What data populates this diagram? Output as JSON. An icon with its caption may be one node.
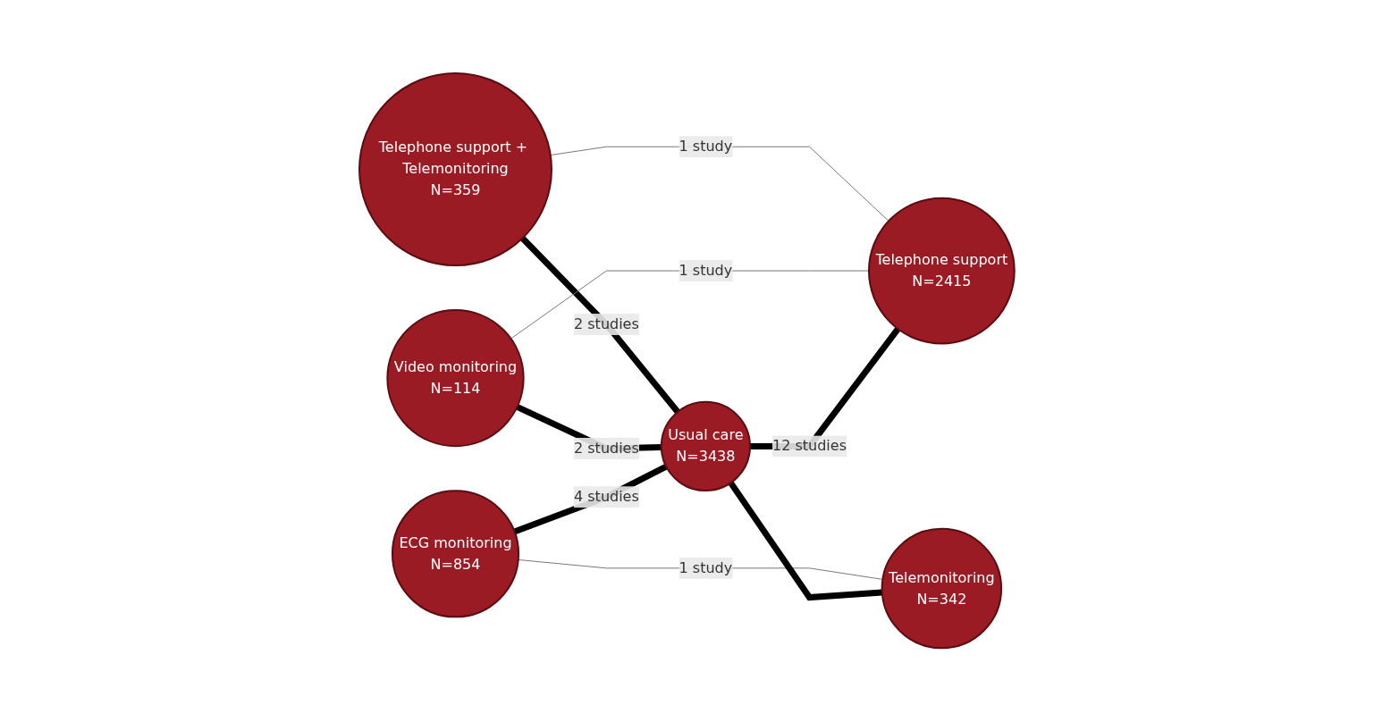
{
  "diagram": {
    "nodes": [
      {
        "text": [
          "Telephone support + Telemonitoring",
          "N=359"
        ]
      },
      {
        "text": [
          "Video monitoring",
          "N=114"
        ]
      },
      {
        "text": [
          "ECG monitoring",
          "N=854"
        ]
      },
      {
        "text": [
          "Usual care",
          "N=3438"
        ]
      },
      {
        "text": [
          "Telephone support",
          "N=2415"
        ]
      },
      {
        "text": [
          "Telemonitoring",
          "N=342"
        ]
      }
    ],
    "edges": [
      {
        "from": 0,
        "to": 3,
        "arrow": "none",
        "label": "2 studies"
      },
      {
        "from": 0,
        "to": 4,
        "arrow": "none",
        "label": "1 study",
        "color": "#777777"
      },
      {
        "from": 1,
        "to": 3,
        "arrow": "none",
        "label": "2 studies"
      },
      {
        "from": 1,
        "to": 4,
        "arrow": "none",
        "label": "1 study",
        "color": "#777777"
      },
      {
        "from": 2,
        "to": 3,
        "arrow": "none",
        "label": "4 studies"
      },
      {
        "from": 3,
        "to": 4,
        "arrow": "none",
        "label": "12 studies"
      },
      {
        "from": 2,
        "to": 5,
        "arrow": "none",
        "label": "1 study",
        "color": "#777777"
      },
      {
        "from": 3,
        "to": 5,
        "arrow": "none"
      }
    ]
  }
}
